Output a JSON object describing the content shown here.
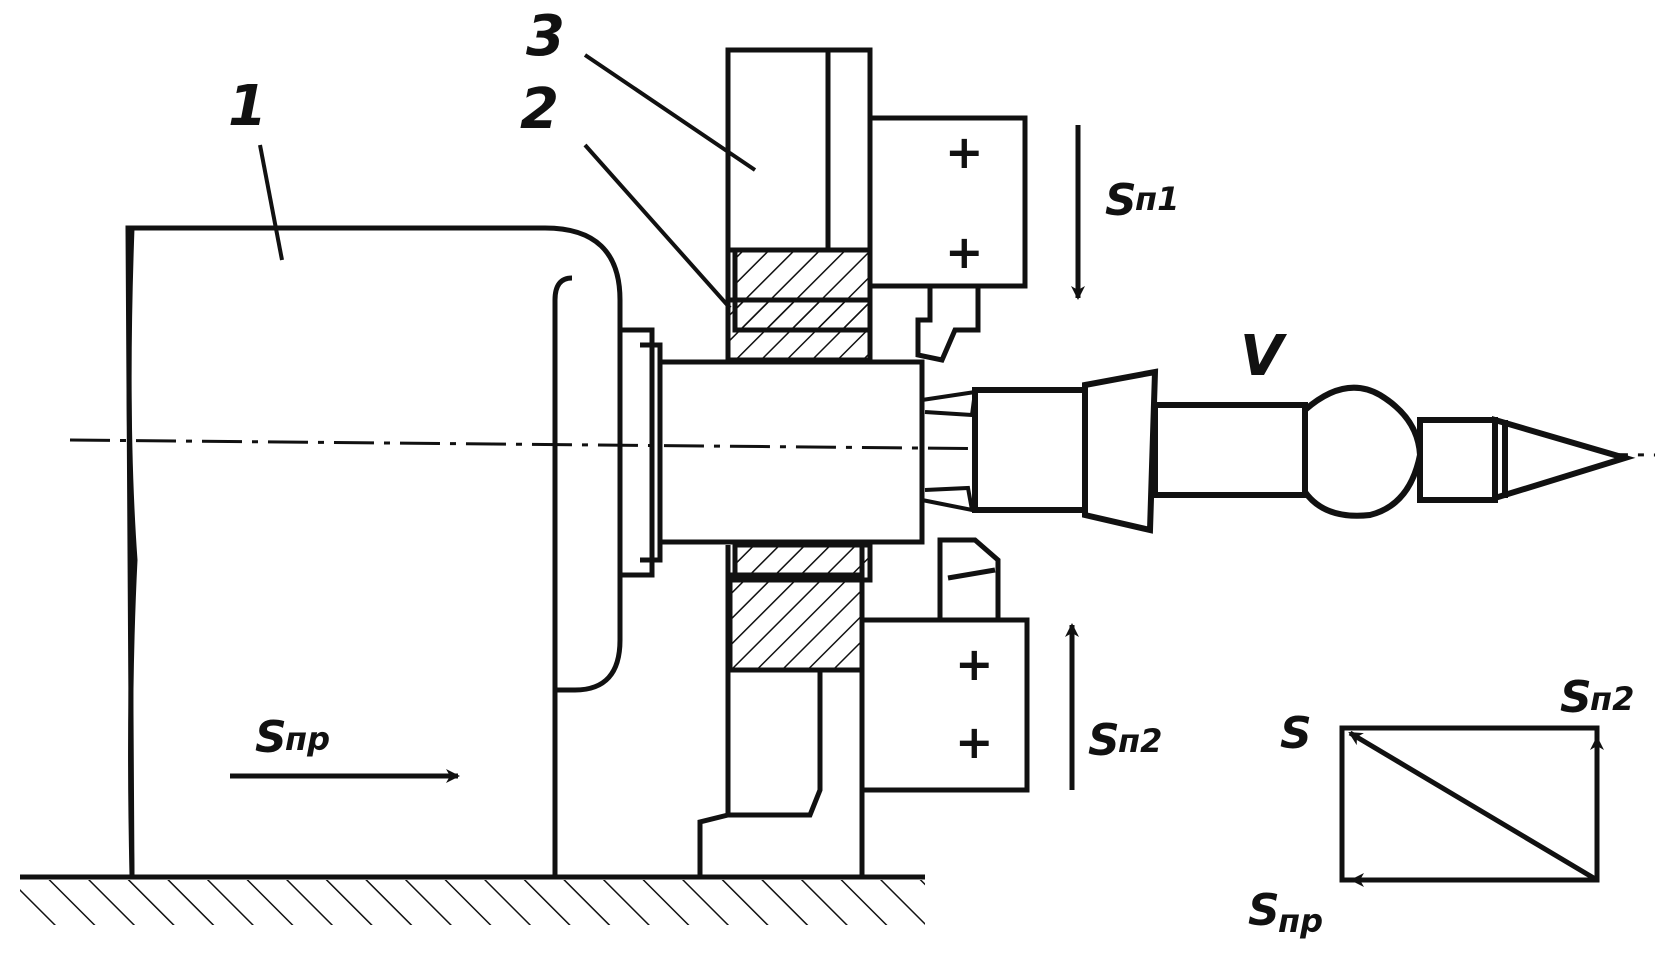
{
  "colors": {
    "ink": "#111111",
    "paper": "#ffffff"
  },
  "labels": {
    "part_1": "1",
    "part_2": "2",
    "part_3": "3",
    "velocity": "V",
    "feed_longitudinal": {
      "main": "S",
      "sub": "пр"
    },
    "feed_transverse_1": {
      "main": "S",
      "sub": "п1"
    },
    "feed_transverse_2": {
      "main": "S",
      "sub": "п2"
    },
    "vector_result": "S",
    "vector_transverse": {
      "main": "S",
      "sub": "п2"
    },
    "vector_longitudinal": {
      "main": "S",
      "sub": "пр"
    },
    "plus_sign": "+"
  }
}
